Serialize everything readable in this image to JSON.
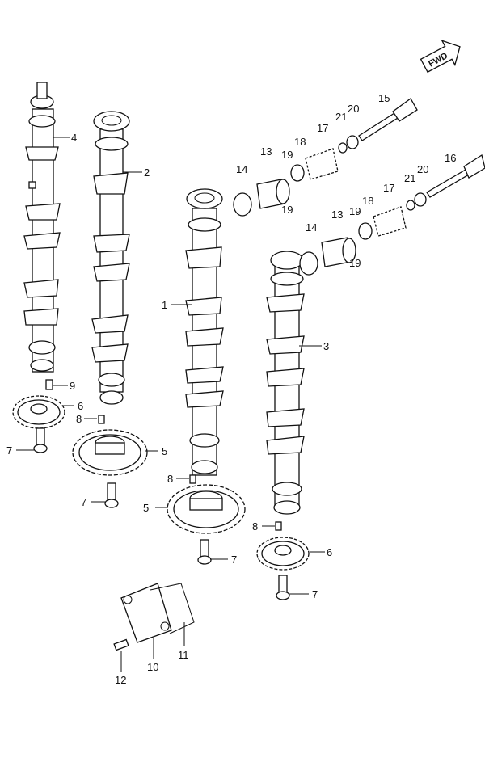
{
  "fwd_label": "FWD",
  "callouts": {
    "c1": "1",
    "c2": "2",
    "c3": "3",
    "c4": "4",
    "c5a": "5",
    "c5b": "5",
    "c6a": "6",
    "c6b": "6",
    "c7a": "7",
    "c7b": "7",
    "c7c": "7",
    "c7d": "7",
    "c8a": "8",
    "c8b": "8",
    "c8c": "8",
    "c9": "9",
    "c10": "10",
    "c11": "11",
    "c12": "12",
    "c13a": "13",
    "c13b": "13",
    "c14a": "14",
    "c14b": "14",
    "c15": "15",
    "c16": "16",
    "c17a": "17",
    "c17b": "17",
    "c18a": "18",
    "c18b": "18",
    "c19a": "19",
    "c19b": "19",
    "c19c": "19",
    "c19d": "19",
    "c20a": "20",
    "c20b": "20",
    "c21a": "21",
    "c21b": "21"
  }
}
